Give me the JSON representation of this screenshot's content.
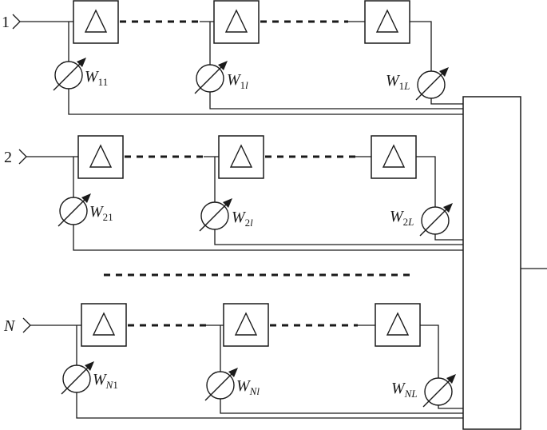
{
  "rows": [
    {
      "input_label": "1",
      "input_italic": false,
      "weights": [
        {
          "letter": "W",
          "sub_a": "1",
          "sub_b": "1",
          "sub_b_italic": false
        },
        {
          "letter": "W",
          "sub_a": "1",
          "sub_b": "l",
          "sub_b_italic": true
        },
        {
          "letter": "W",
          "sub_a": "1",
          "sub_b": "L",
          "sub_b_italic": true
        }
      ]
    },
    {
      "input_label": "2",
      "input_italic": false,
      "weights": [
        {
          "letter": "W",
          "sub_a": "2",
          "sub_b": "1",
          "sub_b_italic": false
        },
        {
          "letter": "W",
          "sub_a": "2",
          "sub_b": "l",
          "sub_b_italic": true
        },
        {
          "letter": "W",
          "sub_a": "2",
          "sub_b": "L",
          "sub_b_italic": true
        }
      ]
    },
    {
      "input_label": "N",
      "input_italic": true,
      "weights": [
        {
          "letter": "W",
          "sub_a": "N",
          "sub_b": "1",
          "sub_b_italic": false
        },
        {
          "letter": "W",
          "sub_a": "N",
          "sub_b": "l",
          "sub_b_italic": true
        },
        {
          "letter": "W",
          "sub_a": "N",
          "sub_b": "L",
          "sub_b_italic": true
        }
      ]
    }
  ]
}
